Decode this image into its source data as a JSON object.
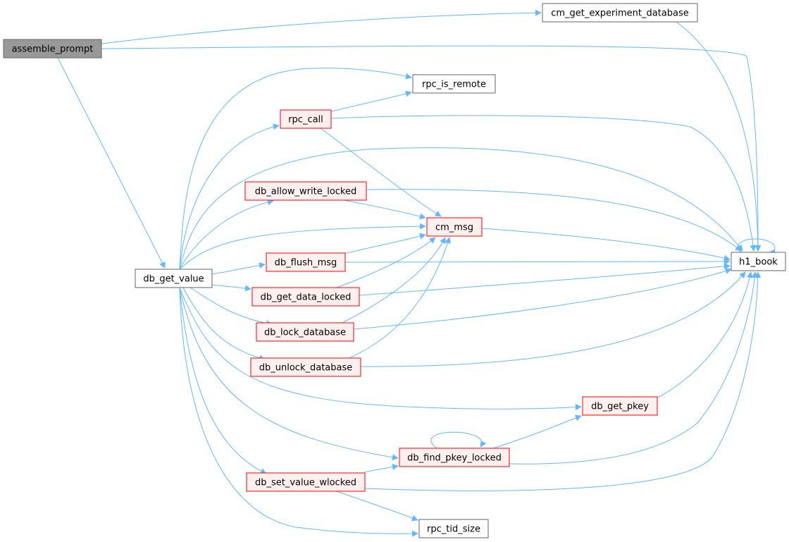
{
  "colors": {
    "edge": "#63b8ff",
    "root_fill": "#999999",
    "root_stroke": "#666666",
    "normal_fill": "#ffffff",
    "normal_stroke": "#666666",
    "red_fill": "#fff0f0",
    "red_stroke": "#ff0000"
  },
  "nodes": [
    {
      "id": "assemble_prompt",
      "label": "assemble_prompt",
      "style": "root"
    },
    {
      "id": "cm_get_experiment_database",
      "label": "cm_get_experiment_database",
      "style": "normal"
    },
    {
      "id": "h1_book",
      "label": "h1_book",
      "style": "normal"
    },
    {
      "id": "db_get_value",
      "label": "db_get_value",
      "style": "normal"
    },
    {
      "id": "rpc_is_remote",
      "label": "rpc_is_remote",
      "style": "normal"
    },
    {
      "id": "rpc_call",
      "label": "rpc_call",
      "style": "red"
    },
    {
      "id": "db_allow_write_locked",
      "label": "db_allow_write_locked",
      "style": "red"
    },
    {
      "id": "cm_msg",
      "label": "cm_msg",
      "style": "red"
    },
    {
      "id": "db_flush_msg",
      "label": "db_flush_msg",
      "style": "red"
    },
    {
      "id": "db_get_data_locked",
      "label": "db_get_data_locked",
      "style": "red"
    },
    {
      "id": "db_lock_database",
      "label": "db_lock_database",
      "style": "red"
    },
    {
      "id": "db_unlock_database",
      "label": "db_unlock_database",
      "style": "red"
    },
    {
      "id": "db_get_pkey",
      "label": "db_get_pkey",
      "style": "red"
    },
    {
      "id": "db_find_pkey_locked",
      "label": "db_find_pkey_locked",
      "style": "red"
    },
    {
      "id": "db_set_value_wlocked",
      "label": "db_set_value_wlocked",
      "style": "red"
    },
    {
      "id": "rpc_tid_size",
      "label": "rpc_tid_size",
      "style": "normal"
    }
  ],
  "edges": [
    [
      "assemble_prompt",
      "cm_get_experiment_database"
    ],
    [
      "assemble_prompt",
      "h1_book"
    ],
    [
      "assemble_prompt",
      "db_get_value"
    ],
    [
      "cm_get_experiment_database",
      "h1_book"
    ],
    [
      "h1_book",
      "h1_book"
    ],
    [
      "db_get_value",
      "rpc_is_remote"
    ],
    [
      "db_get_value",
      "rpc_call"
    ],
    [
      "db_get_value",
      "h1_book"
    ],
    [
      "db_get_value",
      "db_allow_write_locked"
    ],
    [
      "db_get_value",
      "cm_msg"
    ],
    [
      "db_get_value",
      "db_flush_msg"
    ],
    [
      "db_get_value",
      "db_get_data_locked"
    ],
    [
      "db_get_value",
      "db_lock_database"
    ],
    [
      "db_get_value",
      "db_unlock_database"
    ],
    [
      "db_get_value",
      "db_get_pkey"
    ],
    [
      "db_get_value",
      "db_find_pkey_locked"
    ],
    [
      "db_get_value",
      "db_set_value_wlocked"
    ],
    [
      "db_get_value",
      "rpc_tid_size"
    ],
    [
      "rpc_call",
      "rpc_is_remote"
    ],
    [
      "rpc_call",
      "h1_book"
    ],
    [
      "rpc_call",
      "cm_msg"
    ],
    [
      "db_allow_write_locked",
      "cm_msg"
    ],
    [
      "db_allow_write_locked",
      "h1_book"
    ],
    [
      "cm_msg",
      "h1_book"
    ],
    [
      "db_flush_msg",
      "cm_msg"
    ],
    [
      "db_flush_msg",
      "h1_book"
    ],
    [
      "db_get_data_locked",
      "cm_msg"
    ],
    [
      "db_get_data_locked",
      "h1_book"
    ],
    [
      "db_lock_database",
      "cm_msg"
    ],
    [
      "db_lock_database",
      "h1_book"
    ],
    [
      "db_unlock_database",
      "cm_msg"
    ],
    [
      "db_unlock_database",
      "h1_book"
    ],
    [
      "db_get_pkey",
      "h1_book"
    ],
    [
      "db_find_pkey_locked",
      "db_find_pkey_locked"
    ],
    [
      "db_find_pkey_locked",
      "db_get_pkey"
    ],
    [
      "db_find_pkey_locked",
      "h1_book"
    ],
    [
      "db_set_value_wlocked",
      "db_find_pkey_locked"
    ],
    [
      "db_set_value_wlocked",
      "h1_book"
    ],
    [
      "db_set_value_wlocked",
      "rpc_tid_size"
    ]
  ]
}
